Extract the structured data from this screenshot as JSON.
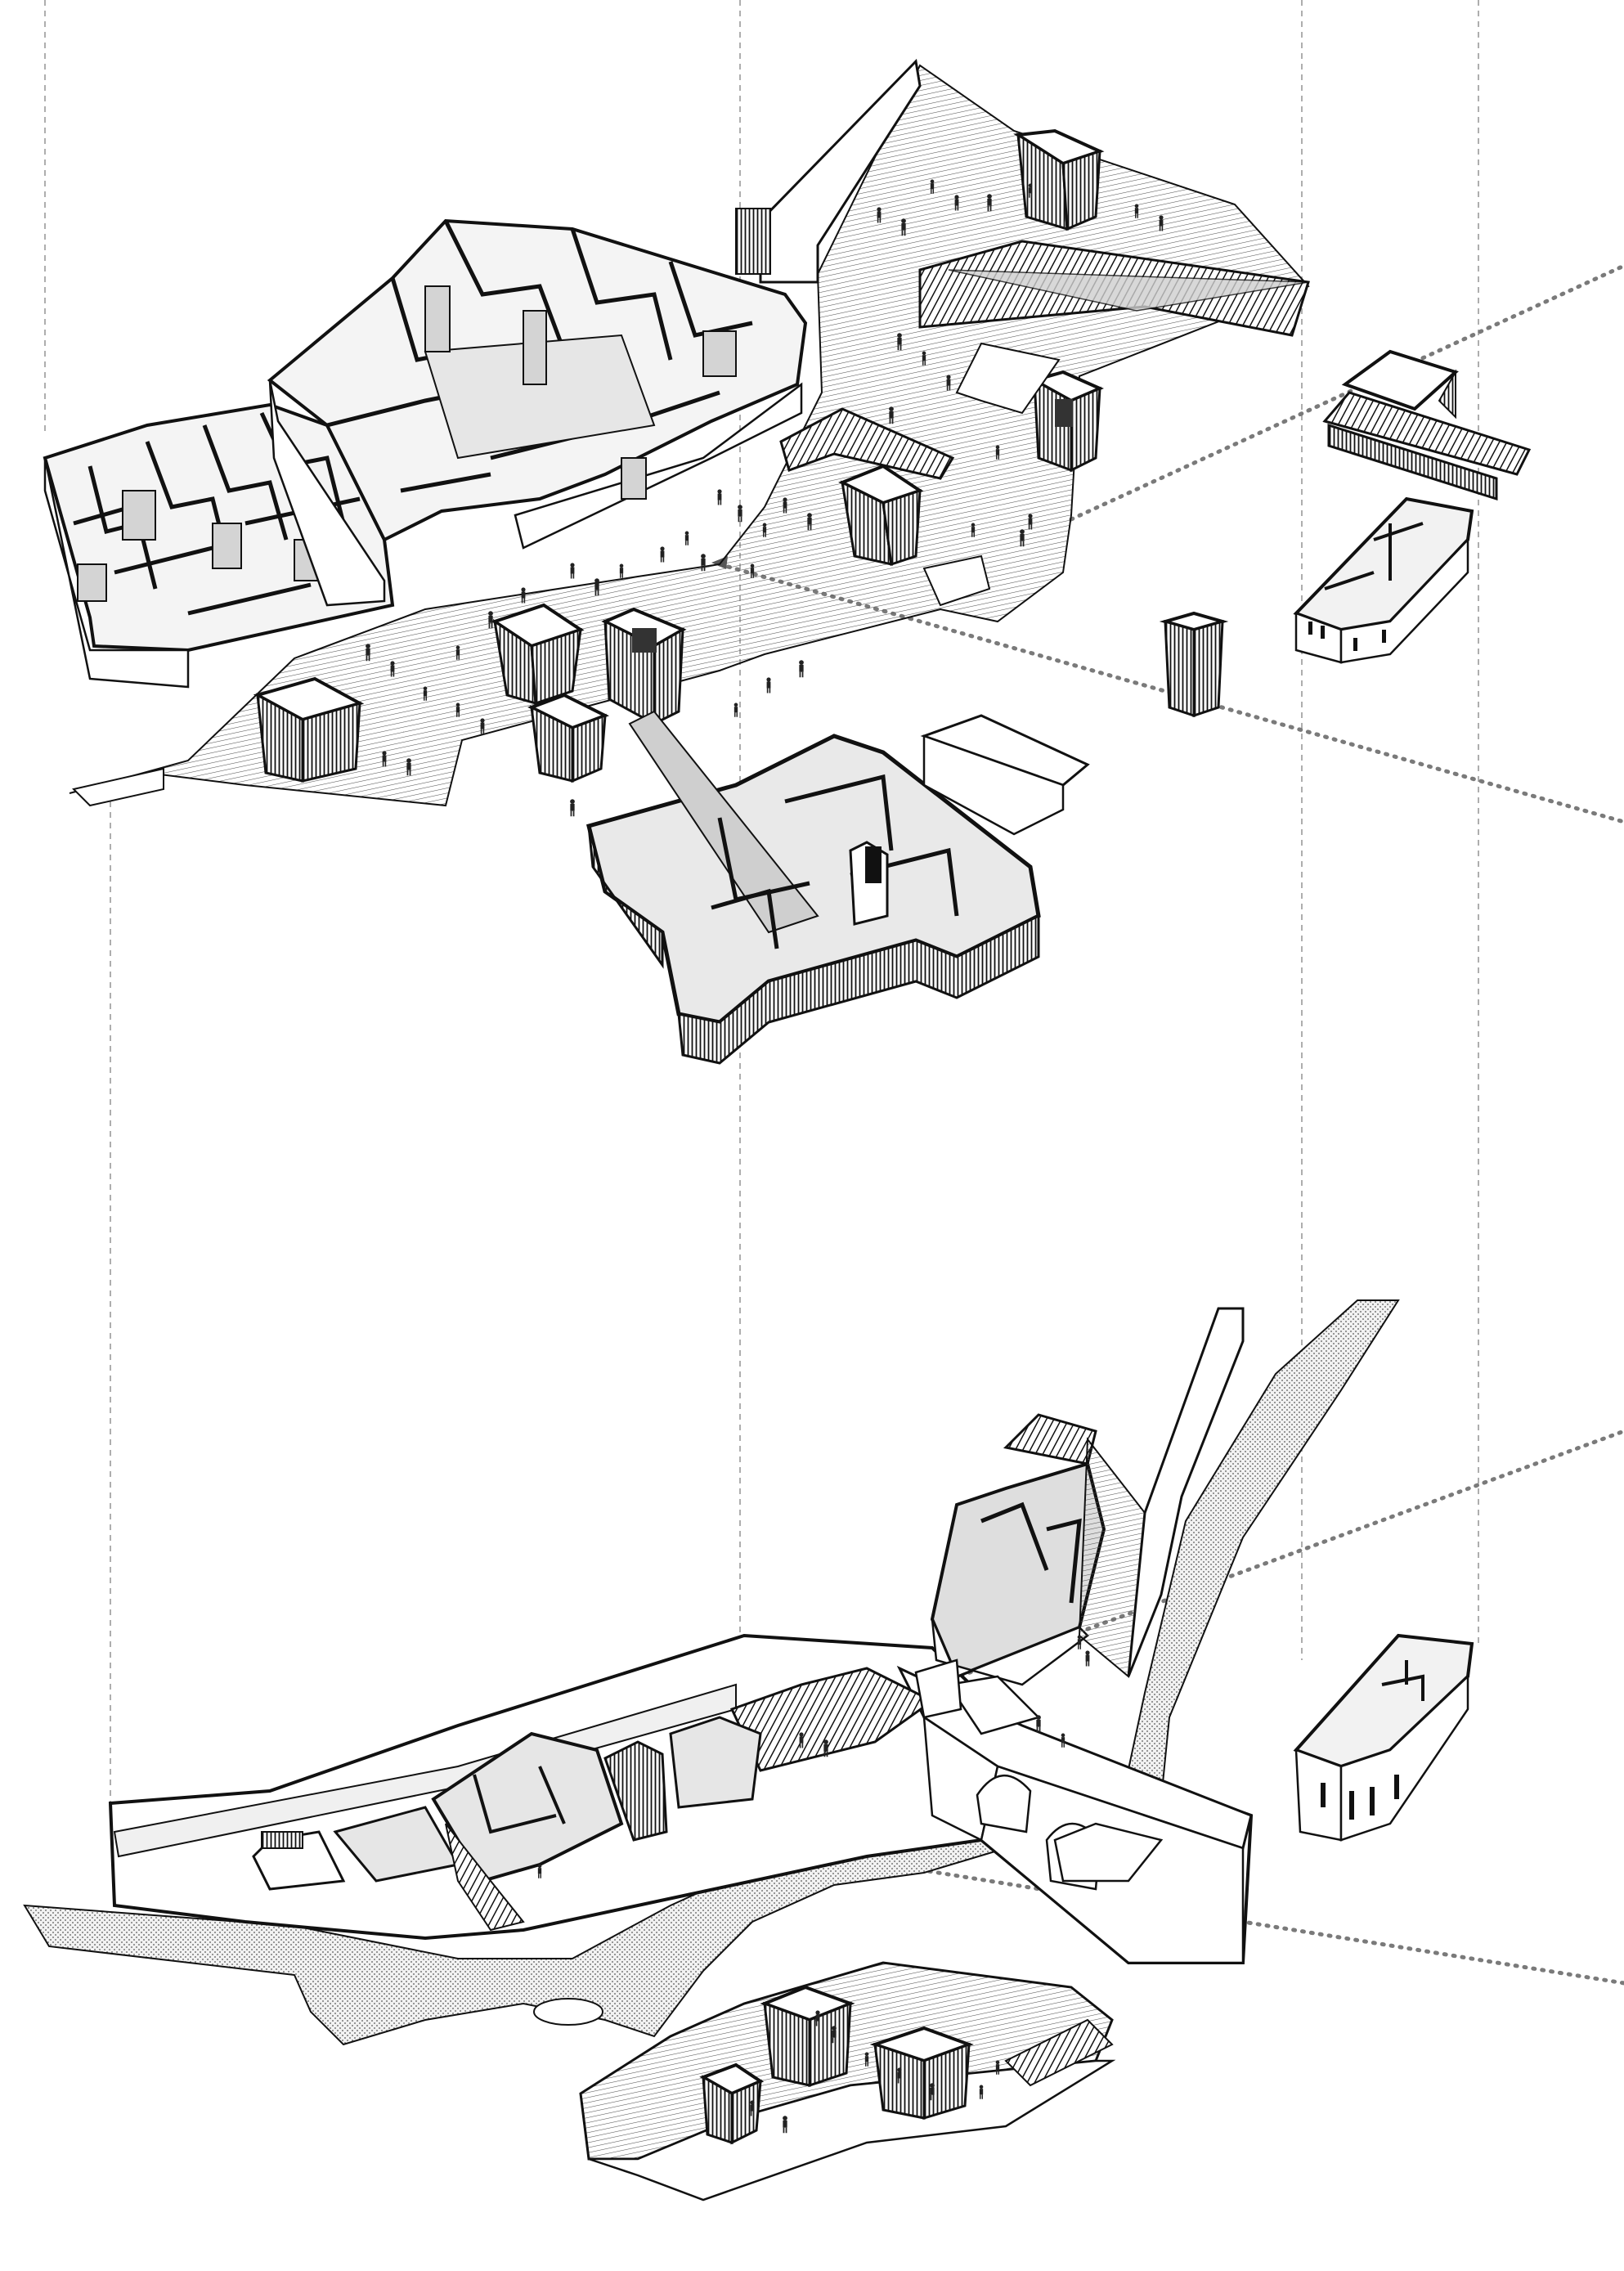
{
  "drawing": {
    "type": "exploded-axonometric",
    "levels": [
      "upper-town-plan",
      "lower-river-level"
    ],
    "background": "#ffffff",
    "colors": {
      "line": "#111111",
      "wall": "#1a1a1a",
      "roomFill": "#e6e6e6",
      "plaza": "#8c8c8c",
      "river": "#cfcfcf",
      "guide": "#9a9a9a",
      "path": "#7a7a7a"
    },
    "icons": [
      "person-figure",
      "arrow-marker"
    ]
  }
}
